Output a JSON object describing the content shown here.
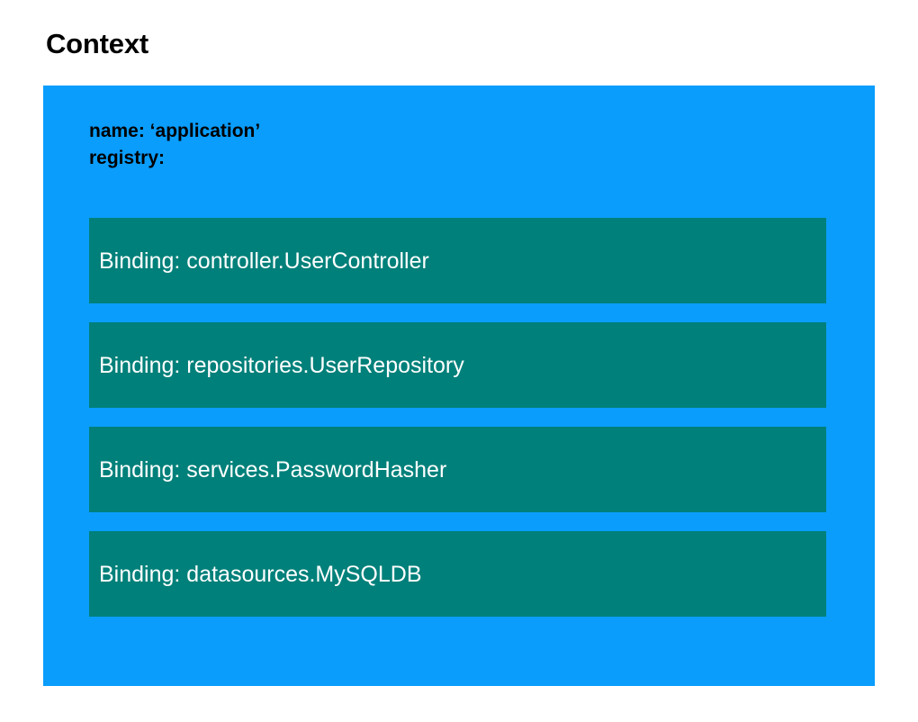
{
  "slide": {
    "title": "Context",
    "background_color": "#ffffff"
  },
  "context_box": {
    "fill_color": "#0a9dfc",
    "header": {
      "name_line": "name: ‘application’",
      "registry_line": "registry:"
    },
    "registry": {
      "item_fill_color": "#00807a",
      "item_text_color": "#ffffff",
      "items": [
        {
          "label": "Binding: controller.UserController"
        },
        {
          "label": "Binding: repositories.UserRepository"
        },
        {
          "label": "Binding: services.PasswordHasher"
        },
        {
          "label": "Binding: datasources.MySQLDB"
        }
      ]
    }
  }
}
